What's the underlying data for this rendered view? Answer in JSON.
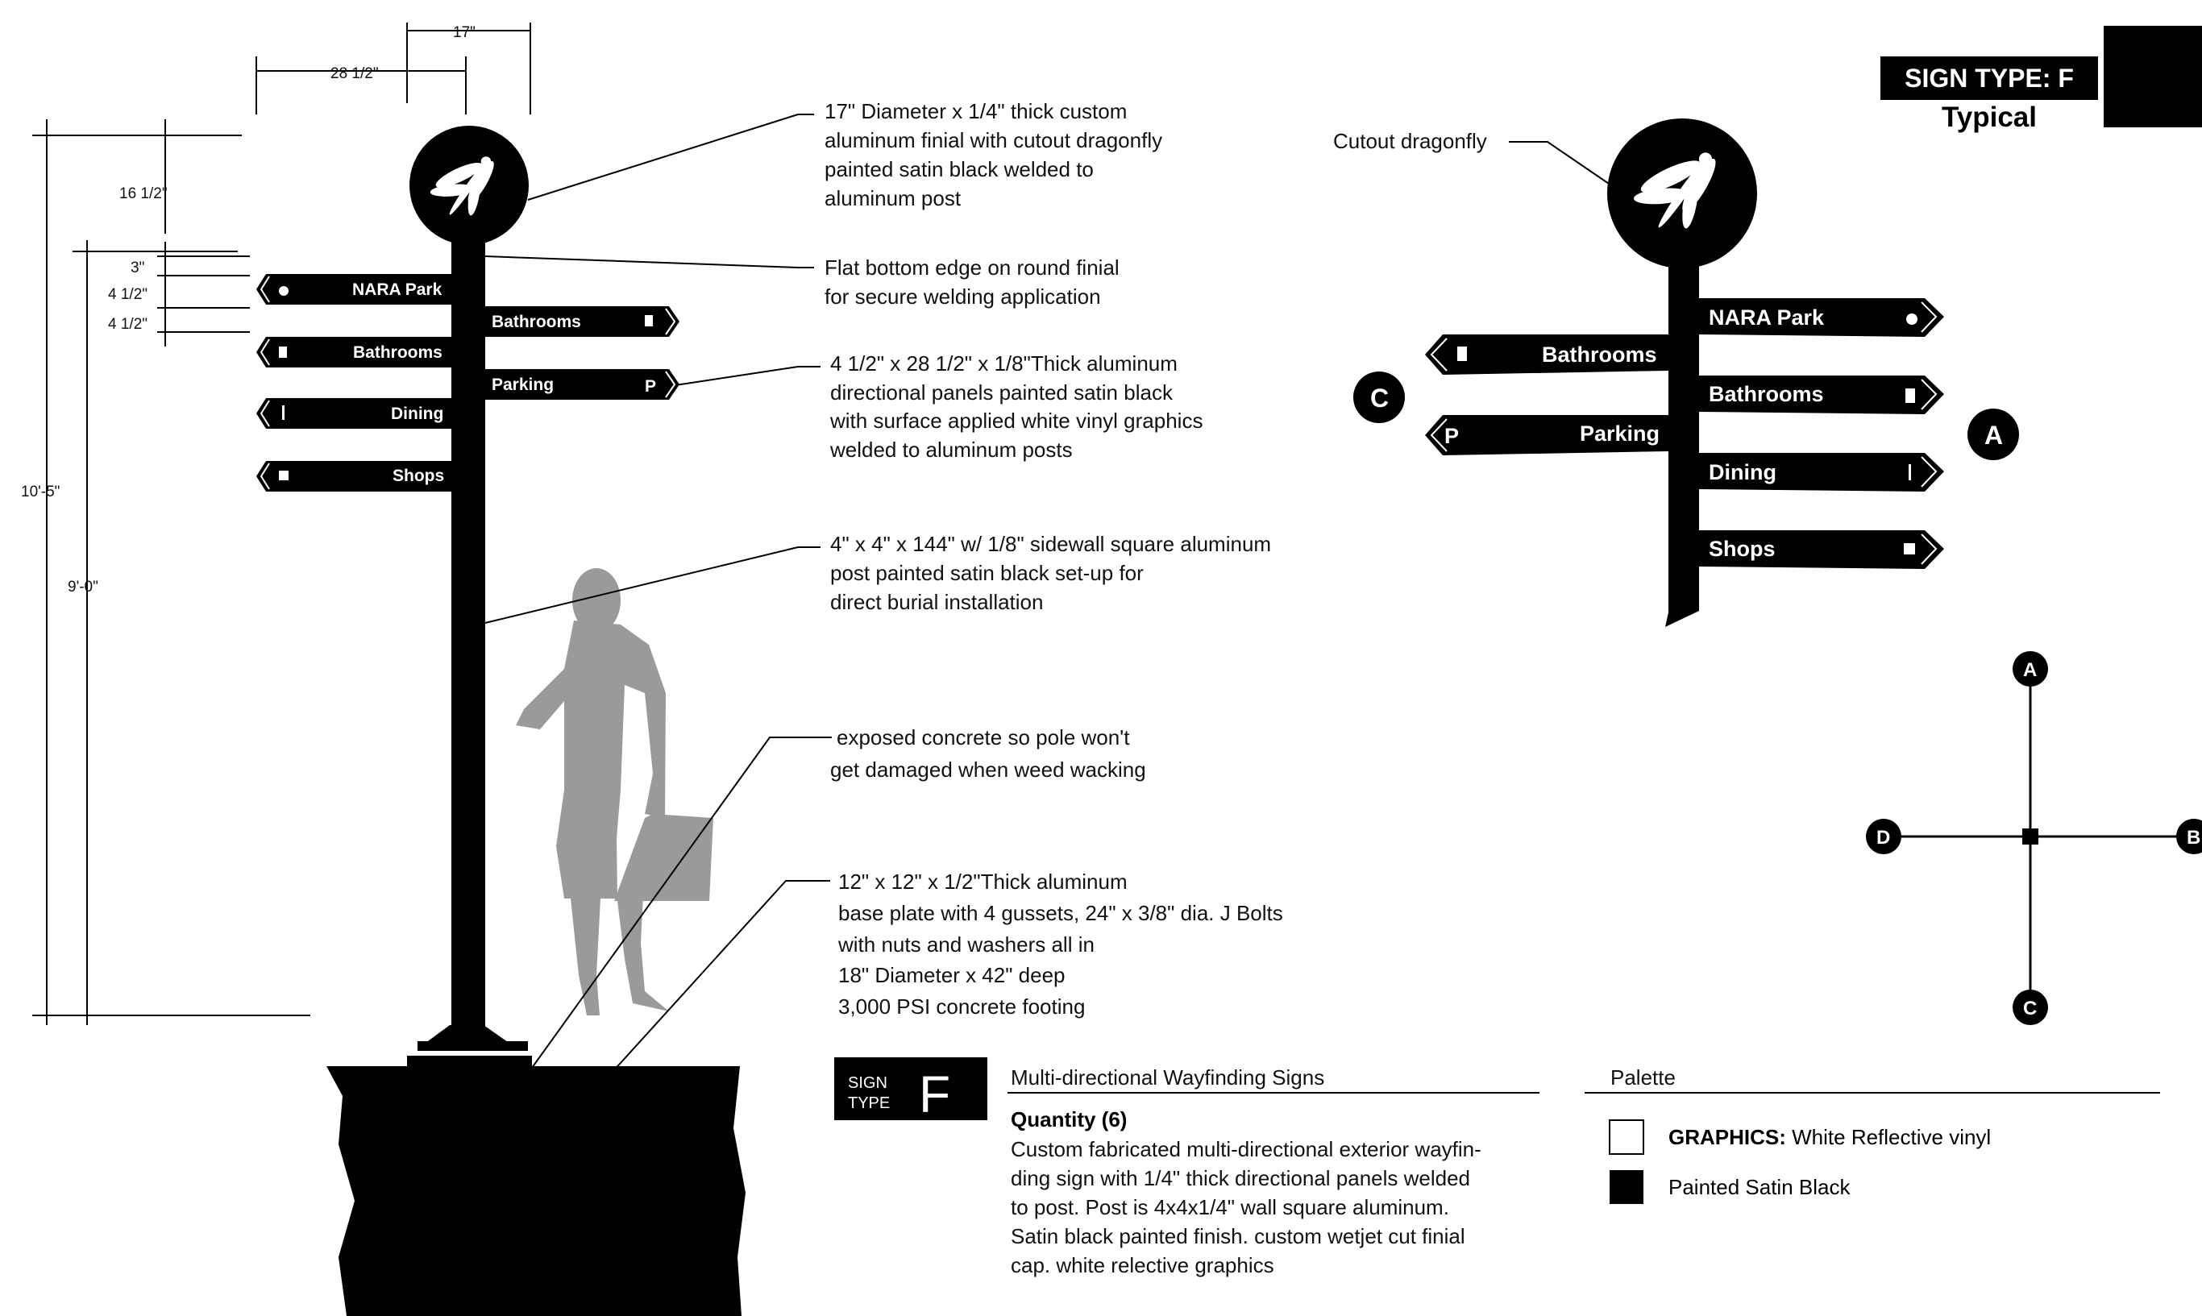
{
  "header": {
    "sign_type_label": "SIGN TYPE: F",
    "subtitle": "Typical"
  },
  "dimensions": {
    "finial_diameter": "17\"",
    "panel_length": "28 1/2\"",
    "finial_height": "16 1/2\"",
    "gap_top": "3\"",
    "panel_height_1": "4 1/2\"",
    "panel_height_2": "4 1/2\"",
    "total_height": "10'-5\"",
    "ground_height": "9'-0\""
  },
  "elevation_panels": {
    "left": [
      {
        "label": "NARA Park",
        "icon": "park-icon"
      },
      {
        "label": "Bathrooms",
        "icon": "restroom-icon"
      },
      {
        "label": "Dining",
        "icon": "dining-icon"
      },
      {
        "label": "Shops",
        "icon": "shops-icon"
      }
    ],
    "right": [
      {
        "label": "Bathrooms",
        "icon": "restroom-icon"
      },
      {
        "label": "Parking",
        "icon": "parking-icon"
      }
    ]
  },
  "callouts": {
    "finial": [
      "17\" Diameter x 1/4\"  thick custom",
      "aluminum finial with cutout dragonfly",
      "painted satin black welded to",
      "aluminum post"
    ],
    "flat_bottom": [
      "Flat bottom edge on round finial",
      "for secure welding application"
    ],
    "panels": [
      "4 1/2\" x 28 1/2\" x 1/8\"Thick aluminum",
      "directional panels  painted satin black",
      "with surface applied white vinyl graphics",
      "welded to aluminum posts"
    ],
    "post": [
      "4\" x 4\" x 144\" w/ 1/8\" sidewall square aluminum",
      "post painted satin black set-up for",
      "direct burial installation"
    ],
    "concrete": [
      " exposed concrete so pole won't",
      "get damaged when weed wacking"
    ],
    "base": [
      "12\" x 12\" x 1/2\"Thick aluminum",
      "base plate with 4 gussets, 24\" x 3/8\" dia. J Bolts",
      "with nuts and washers all in",
      "18\" Diameter x 42\" deep",
      "3,000 PSI concrete footing"
    ],
    "dragonfly": "Cutout dragonfly"
  },
  "perspective_panels": {
    "left": [
      {
        "label": "Bathrooms",
        "icon": "restroom-icon"
      },
      {
        "label": "Parking",
        "icon": "parking-icon"
      }
    ],
    "right": [
      {
        "label": "NARA Park",
        "icon": "park-icon"
      },
      {
        "label": "Bathrooms",
        "icon": "restroom-icon"
      },
      {
        "label": "Dining",
        "icon": "dining-icon"
      },
      {
        "label": "Shops",
        "icon": "shops-icon"
      }
    ],
    "side_labels": {
      "left": "C",
      "right": "A"
    }
  },
  "compass": {
    "north": "A",
    "west": "D",
    "east": "B",
    "south": "C"
  },
  "spec": {
    "sign_word": "SIGN",
    "type_word": "TYPE",
    "letter": "F",
    "heading": "Multi-directional Wayfinding Signs",
    "quantity": "Quantity (6)",
    "description": [
      "Custom fabricated multi-directional exterior wayfin-",
      "ding sign with 1/4\" thick directional panels welded",
      "to post. Post is 4x4x1/4\" wall square aluminum.",
      "Satin black painted finish. custom wetjet cut finial",
      "cap. white relective graphics"
    ]
  },
  "palette": {
    "title": "Palette",
    "items": [
      {
        "bold": "GRAPHICS:",
        "text": " White Reflective vinyl",
        "color": "#ffffff"
      },
      {
        "bold": "",
        "text": "Painted Satin Black",
        "color": "#000000"
      }
    ]
  },
  "colors": {
    "satin_black": "#000000",
    "silhouette_gray": "#9a9a9a",
    "vinyl_white": "#ffffff"
  }
}
